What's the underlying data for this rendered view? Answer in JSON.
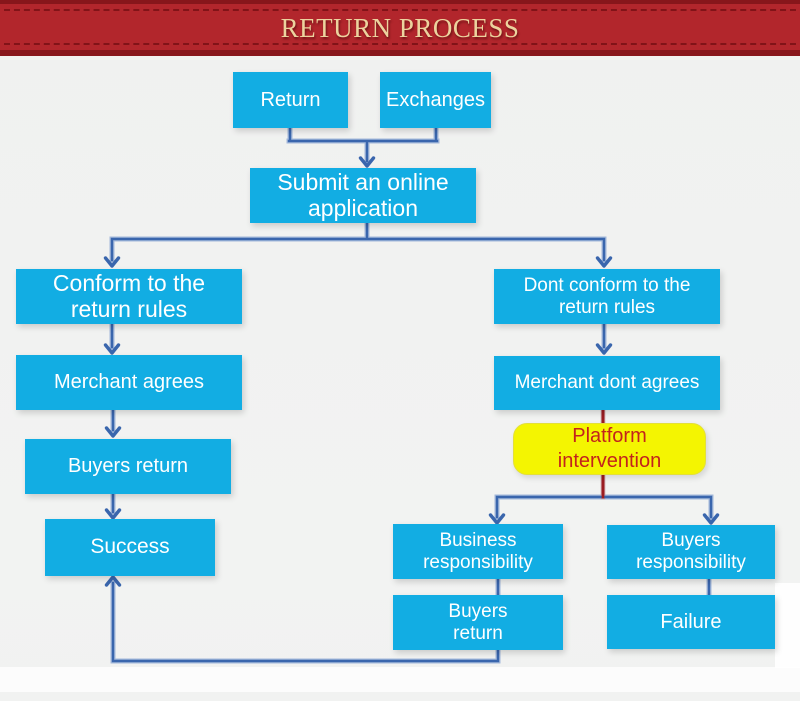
{
  "banner": {
    "title": "RETURN PROCESS"
  },
  "colors": {
    "banner_background": "#b2262c",
    "banner_text": "#ecd39e",
    "node_fill": "#12ade3",
    "node_text": "#ffffff",
    "connector_blue": "#3a66ad",
    "connector_red": "#9b1c21",
    "highlight_fill": "#f4f501",
    "highlight_text": "#c3231c",
    "page_background": "#f1f2f1"
  },
  "nodes": {
    "return": {
      "label": "Return"
    },
    "exchanges": {
      "label": "Exchanges"
    },
    "submit_application": {
      "label": "Submit an online\napplication"
    },
    "conform_rules": {
      "label": "Conform to the\nreturn rules"
    },
    "dont_conform_rules": {
      "label": "Dont conform to the\nreturn rules"
    },
    "merchant_agrees": {
      "label": "Merchant agrees"
    },
    "merchant_dont_agrees": {
      "label": "Merchant dont agrees"
    },
    "platform_intervention": {
      "label": "Platform\nintervention"
    },
    "buyers_return": {
      "label": "Buyers return"
    },
    "success": {
      "label": "Success"
    },
    "business_responsibility": {
      "label": "Business\nresponsibility"
    },
    "buyers_responsibility": {
      "label": "Buyers\nresponsibility"
    },
    "buyers_return_2": {
      "label": "Buyers\nreturn"
    },
    "failure": {
      "label": "Failure"
    }
  }
}
